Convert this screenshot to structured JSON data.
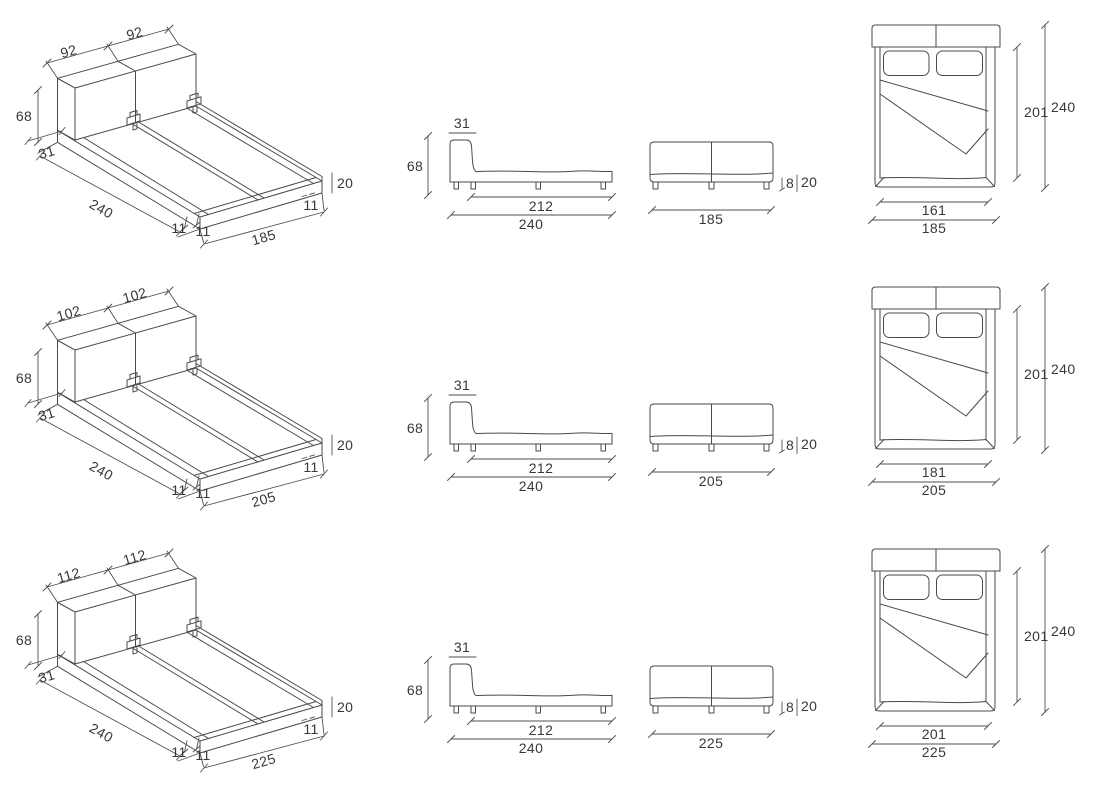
{
  "page": {
    "background": "#ffffff",
    "line_color": "#4a4a4a",
    "text_color": "#383838",
    "description": "Technical dimension drawing of a platform bed in three sizes, each shown in isometric, side, front and top views"
  },
  "rows": [
    {
      "id": "size-185",
      "iso": {
        "width_half_a": "92",
        "width_half_b": "92",
        "height": "68",
        "headboard_depth": "31",
        "length": "240",
        "rail_inset_a": "11",
        "rail_inset_b": "11",
        "width": "185",
        "rail_inset_c": "11",
        "platform_height": "20"
      },
      "side": {
        "headboard_depth": "31",
        "height": "68",
        "slat_length": "212",
        "total_length": "240"
      },
      "front": {
        "leg_height": "8",
        "platform_height": "20",
        "width": "185"
      },
      "top": {
        "inner_length": "201",
        "outer_length": "240",
        "inner_width": "161",
        "outer_width": "185"
      }
    },
    {
      "id": "size-205",
      "iso": {
        "width_half_a": "102",
        "width_half_b": "102",
        "height": "68",
        "headboard_depth": "31",
        "length": "240",
        "rail_inset_a": "11",
        "rail_inset_b": "11",
        "width": "205",
        "rail_inset_c": "11",
        "platform_height": "20"
      },
      "side": {
        "headboard_depth": "31",
        "height": "68",
        "slat_length": "212",
        "total_length": "240"
      },
      "front": {
        "leg_height": "8",
        "platform_height": "20",
        "width": "205"
      },
      "top": {
        "inner_length": "201",
        "outer_length": "240",
        "inner_width": "181",
        "outer_width": "205"
      }
    },
    {
      "id": "size-225",
      "iso": {
        "width_half_a": "112",
        "width_half_b": "112",
        "height": "68",
        "headboard_depth": "31",
        "length": "240",
        "rail_inset_a": "11",
        "rail_inset_b": "11",
        "width": "225",
        "rail_inset_c": "11",
        "platform_height": "20"
      },
      "side": {
        "headboard_depth": "31",
        "height": "68",
        "slat_length": "212",
        "total_length": "240"
      },
      "front": {
        "leg_height": "8",
        "platform_height": "20",
        "width": "225"
      },
      "top": {
        "inner_length": "201",
        "outer_length": "240",
        "inner_width": "201",
        "outer_width": "225"
      }
    }
  ]
}
